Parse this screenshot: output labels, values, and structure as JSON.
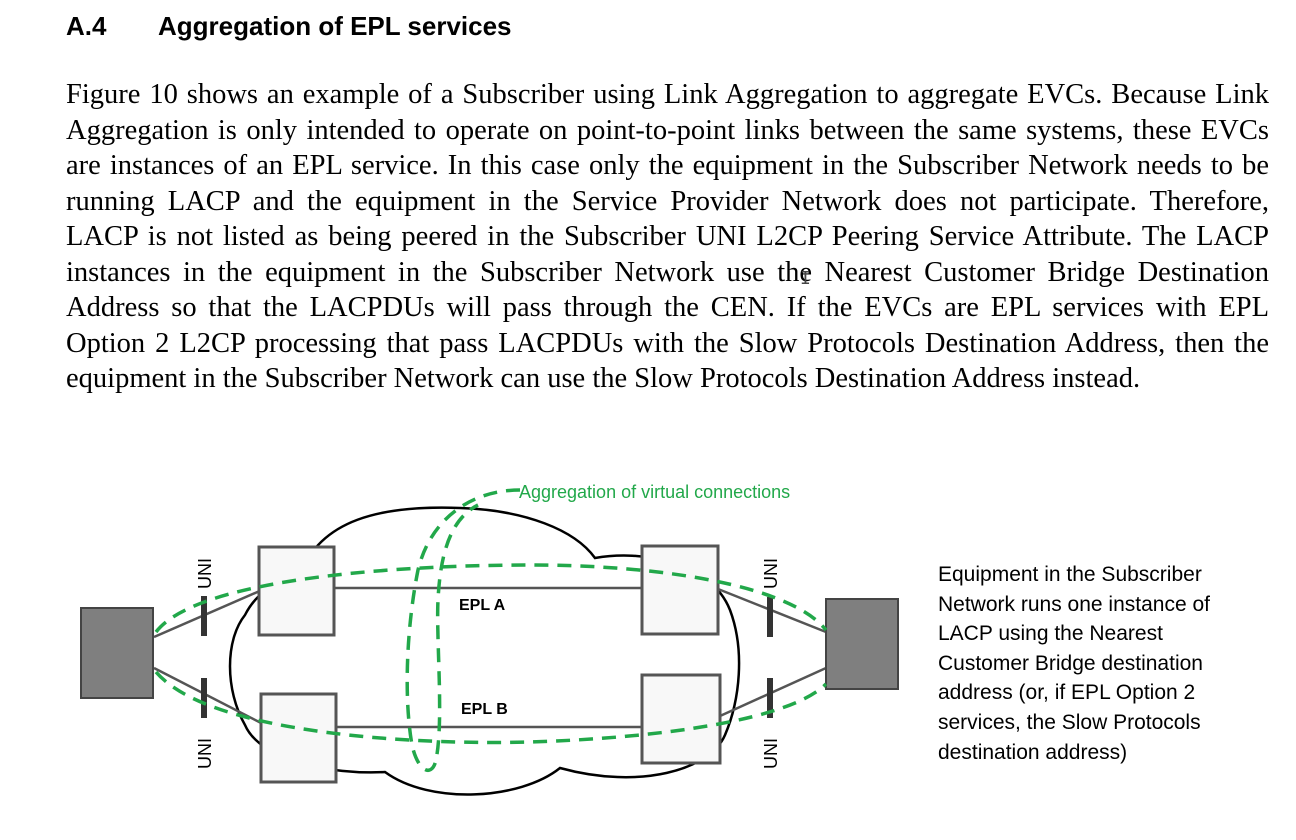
{
  "section": {
    "number": "A.4",
    "title": "Aggregation of EPL services"
  },
  "paragraph": "Figure 10 shows an example of a Subscriber using Link Aggregation to aggregate EVCs. Because Link Aggregation is only intended to operate on point-to-point links between the same systems, these EVCs are instances of an EPL service. In this case only the equipment in the Subscriber Network needs to be running LACP and the equipment in the Service Provider Network does not participate. Therefore, LACP is not listed as being peered in the Subscriber UNI L2CP Peering Service Attribute. The LACP instances in the equipment in the Subscriber Network use the Nearest Customer Bridge Destination Address so that the LACPDUs will pass through the CEN. If the EVCs are EPL services with EPL Option 2 L2CP processing that pass LACPDUs with the Slow Protocols Destination Address, then the equipment in the Subscriber Network can use the Slow Protocols Destination Address instead.",
  "diagram": {
    "aggregation_label": "Aggregation of virtual connections",
    "epl_a": "EPL A",
    "epl_b": "EPL B",
    "uni_label": "UNI",
    "colors": {
      "green": "#22a84a",
      "equipment_fill": "#7f7f7f",
      "node_fill": "#f8f8f8",
      "line": "#555555"
    }
  },
  "caption_lines": [
    "Equipment in the Subscriber",
    "Network runs one instance of",
    "LACP using the Nearest",
    "Customer Bridge destination",
    "address (or, if EPL Option 2",
    "services, the Slow Protocols",
    "destination address)"
  ]
}
